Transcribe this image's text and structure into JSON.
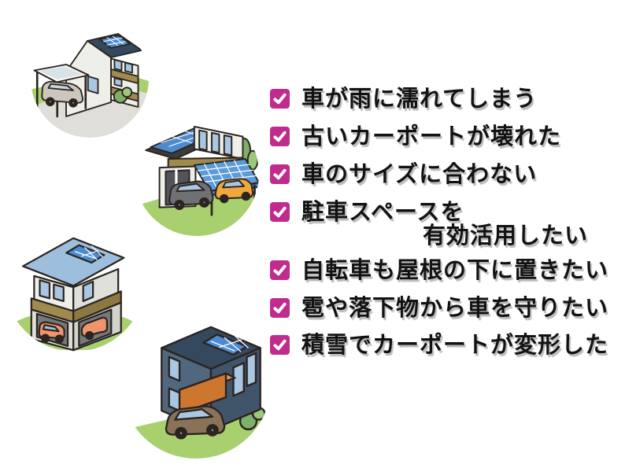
{
  "page": {
    "background": "#ffffff",
    "description": "Carport replacement concerns checklist with four circular house illustrations"
  },
  "palette": {
    "checkbox": "#c02b8e",
    "check": "#ffffff",
    "text": "#121212",
    "outline": "#2b2421",
    "wall": "#efefea",
    "wall-shade": "#dfe0da",
    "window": "#a9c6e2",
    "solar": "#4c8bd0",
    "canopy": "#5b9bd8",
    "canopy-edge": "#3f7fb8",
    "olive": "#a08a4e",
    "olive-dark": "#8c7843",
    "navy-roof": "#35495e",
    "charcoal": "#3c3c3e",
    "slate": "#51677e",
    "slate-dark": "#41556a",
    "lightblue-roof": "#9dbedd",
    "orange-balcony": "#cc762f",
    "orange-balcony-top": "#e8964a",
    "orange-car": "#f0a83c",
    "salmon-car": "#f0956b",
    "brown-car": "#8a7258",
    "silver-car": "#ccc6be",
    "gray-suv": "#6f7173",
    "grass": "#a8d06f",
    "grass-dark": "#7fb069",
    "grass-light": "#9cc979",
    "pavement": "#e0ded8",
    "garage": "#77787a",
    "dark-section": "#53545a"
  },
  "illustrations": [
    {
      "label": "house-with-white-carport-and-minivan"
    },
    {
      "label": "modern-house-with-solar-panel-carport-and-two-cars"
    },
    {
      "label": "house-with-built-in-garage-and-orange-car"
    },
    {
      "label": "navy-house-with-orange-balcony-and-brown-sedan"
    }
  ],
  "checklist": {
    "items": [
      {
        "text": "車が雨に濡れてしまう"
      },
      {
        "text": "古いカーポートが壊れた"
      },
      {
        "text": "車のサイズに合わない"
      },
      {
        "text": "駐車スペースを",
        "line2": "有効活用したい"
      },
      {
        "text": "自転車も屋根の下に置きたい"
      },
      {
        "text": "雹や落下物から車を守りたい"
      },
      {
        "text": "積雪でカーポートが変形した"
      }
    ]
  }
}
